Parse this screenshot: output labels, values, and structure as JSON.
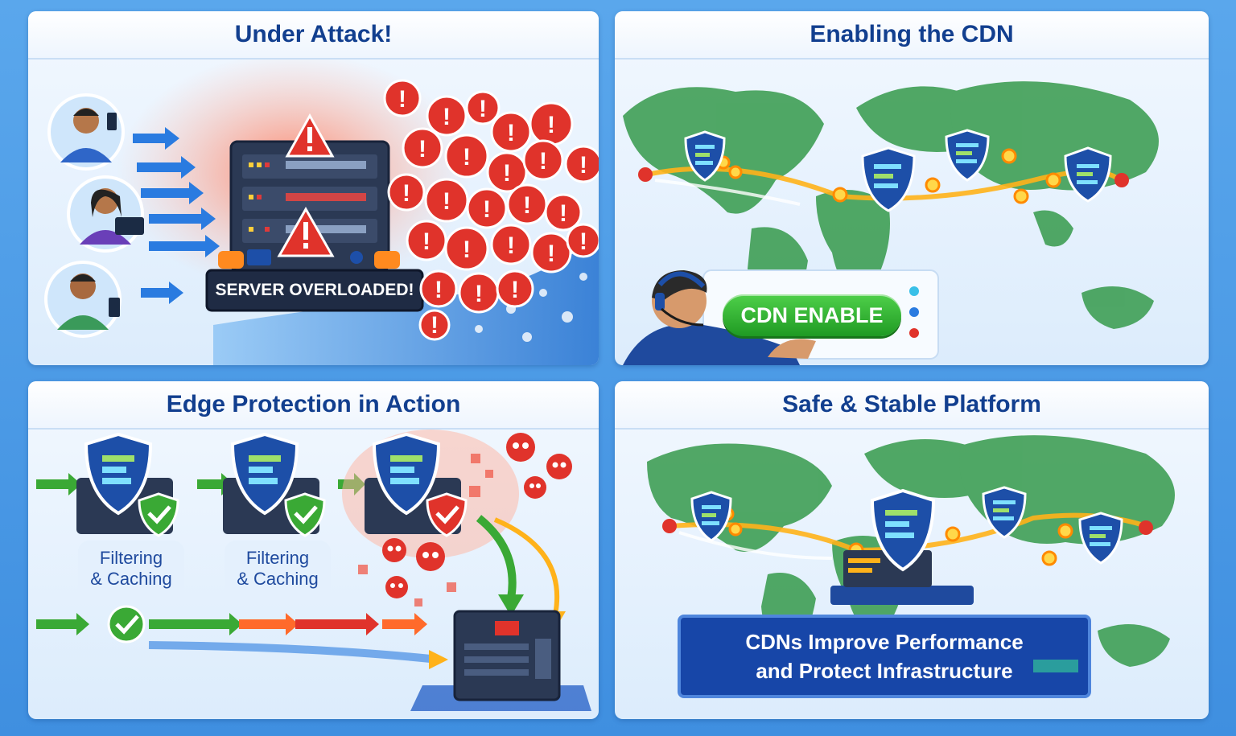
{
  "panels": {
    "attack": {
      "title": "Under Attack!",
      "server_banner": "SERVER OVERLOADED!",
      "users": [
        "user-phone",
        "user-laptop",
        "user-phone"
      ]
    },
    "cdn": {
      "title": "Enabling the CDN",
      "button_label": "CDN ENABLE"
    },
    "edge": {
      "title": "Edge Protection in Action",
      "node_label_line1": "Filtering",
      "node_label_line2": "& Caching"
    },
    "safe": {
      "title": "Safe & Stable Platform",
      "banner_line1": "CDNs Improve Performance",
      "banner_line2": "and Protect Infrastructure"
    }
  },
  "colors": {
    "title": "#123f8f",
    "alert_red": "#e0332b",
    "ok_green": "#3aa935",
    "shield_blue": "#1d4fa8",
    "traffic_blue": "#2a7be0",
    "map_green": "#3f9f55"
  },
  "icons": [
    "warning-icon",
    "shield-icon",
    "checkmark-icon",
    "skull-icon",
    "server-icon",
    "alert-icon"
  ]
}
